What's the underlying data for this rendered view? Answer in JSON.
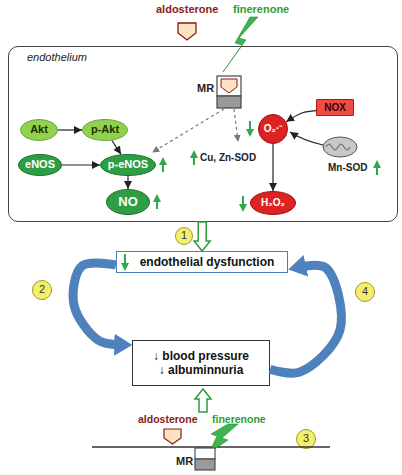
{
  "diagram": {
    "nodes": [
      {
        "text": [
          "endothelium"
        ]
      },
      {
        "text": [
          "Akt"
        ],
        "in": 0
      },
      {
        "text": [
          "p-Akt"
        ],
        "in": 0
      },
      {
        "text": [
          "NOX"
        ],
        "in": 0
      },
      {
        "text": [
          "O₂·⁻"
        ],
        "in": 0
      },
      {
        "text": [
          "eNOS"
        ],
        "in": 0
      },
      {
        "text": [
          "p-eNOS"
        ],
        "in": 0
      },
      {
        "text": [
          "NO"
        ],
        "in": 0
      },
      {
        "text": [
          "H₂O₂"
        ],
        "in": 0
      },
      {
        "text": [
          "1"
        ]
      },
      {
        "text": [
          "endothelial dysfunction"
        ]
      },
      {
        "text": [
          "2"
        ]
      },
      {
        "text": [
          "4"
        ]
      },
      {
        "text": [
          "↓ blood pressure",
          "↓ albuminnuria"
        ]
      },
      {
        "text": [
          "3"
        ]
      }
    ],
    "edges": [
      {
        "from": 1,
        "to": 2,
        "arrow": "to"
      },
      {
        "from": 2,
        "to": 6,
        "arrow": "to"
      },
      {
        "from": 5,
        "to": 6,
        "arrow": "to"
      },
      {
        "from": 6,
        "to": 7,
        "arrow": "to"
      },
      {
        "from": 3,
        "to": 4,
        "arrow": "to"
      },
      {
        "from": 4,
        "to": 8,
        "arrow": "to"
      },
      {
        "from": 0,
        "to": 10,
        "arrow": "to"
      },
      {
        "from": 10,
        "to": 13,
        "arrow": "to"
      },
      {
        "from": 13,
        "to": 10,
        "arrow": "to"
      }
    ],
    "labels": [
      "aldosterone",
      "finerenone",
      "MR",
      "Cu, Zn-SOD",
      "Mn-SOD",
      "aldosterone",
      "finerenone",
      "MR"
    ]
  }
}
